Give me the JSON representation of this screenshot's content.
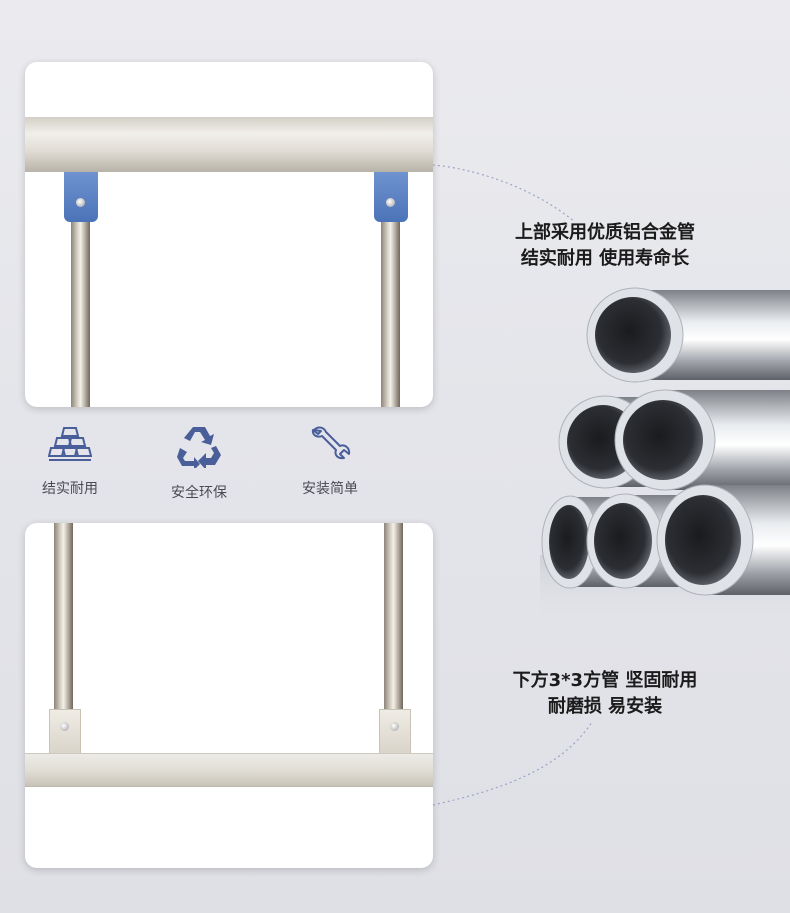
{
  "features": [
    {
      "icon": "gold-bars-icon",
      "label": "结实耐用"
    },
    {
      "icon": "recycle-icon",
      "label": "安全环保"
    },
    {
      "icon": "wrench-icon",
      "label": "安装简单"
    }
  ],
  "captions": {
    "top": {
      "line1": "上部采用优质铝合金管",
      "line2": "结实耐用 使用寿命长"
    },
    "bottom": {
      "line1": "下方3*3方管 坚固耐用",
      "line2": "耐磨损 易安装"
    }
  },
  "colors": {
    "bracket_blue": "#4b73b8",
    "icon_blue": "#4a5f9a",
    "connector": "#9aa3c6"
  }
}
